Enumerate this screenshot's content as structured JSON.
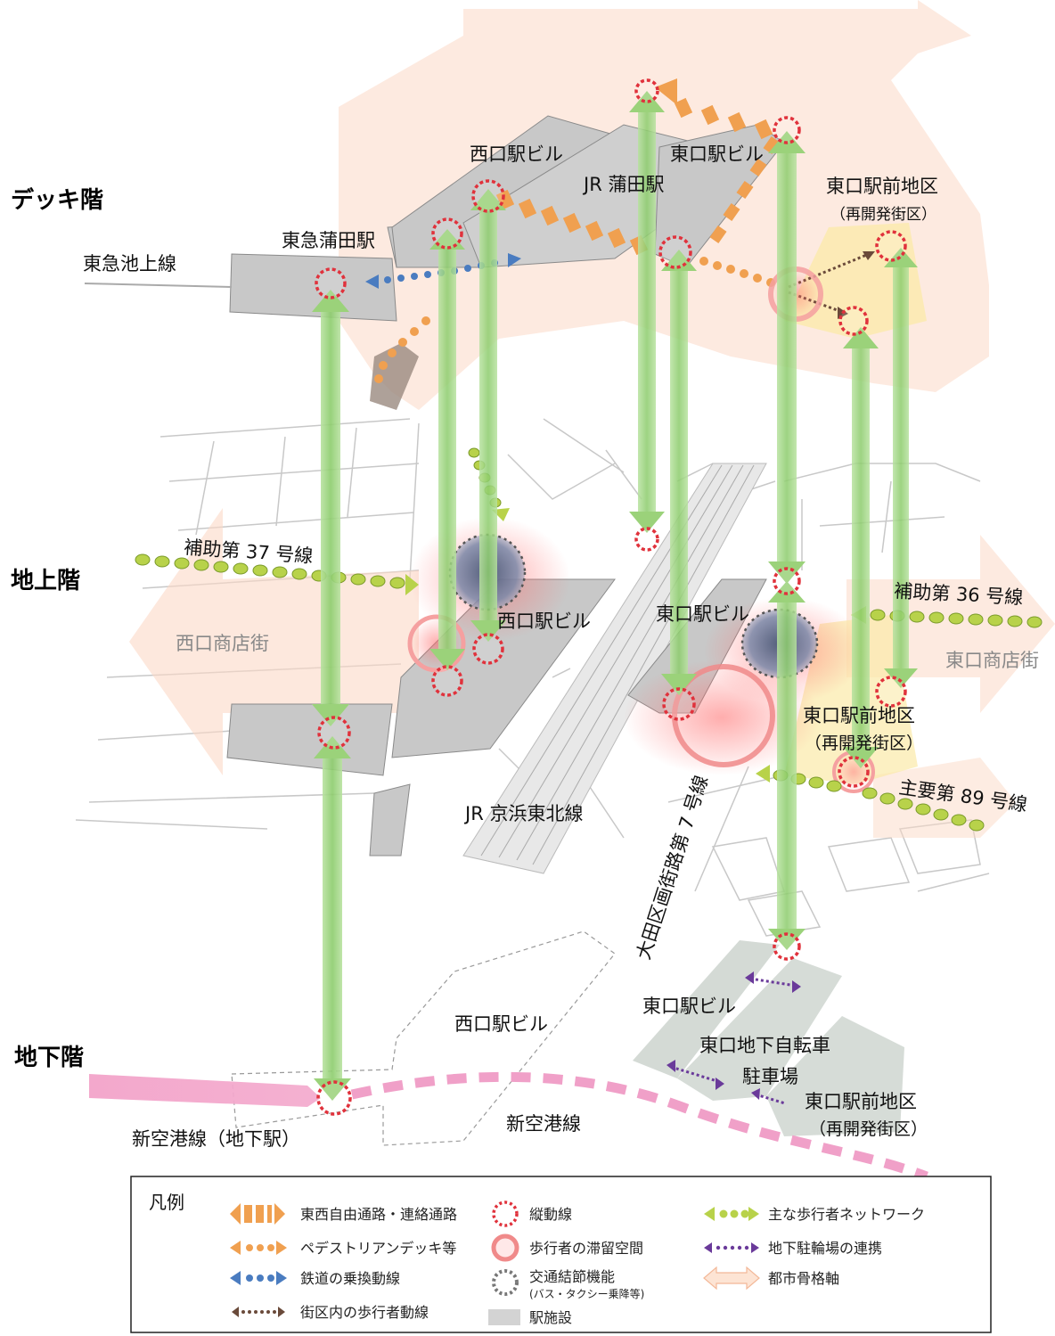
{
  "levels": {
    "deck": "デッキ階",
    "ground": "地上階",
    "basement": "地下階"
  },
  "deck_labels": {
    "nishiguchi_bldg": "西口駅ビル",
    "higashiguchi_bldg": "東口駅ビル",
    "jr_kamata": "JR 蒲田駅",
    "tokyu_kamata": "東急蒲田駅",
    "ikegami_line": "東急池上線",
    "east_district": "東口駅前地区",
    "east_district_sub": "（再開発街区）"
  },
  "ground_labels": {
    "hojo37": "補助第 37 号線",
    "hojo36": "補助第 36 号線",
    "west_shopping": "西口商店街",
    "east_shopping": "東口商店街",
    "nishiguchi_bldg": "西口駅ビル",
    "higashiguchi_bldg": "東口駅ビル",
    "east_district": "東口駅前地区",
    "east_district_sub": "（再開発街区）",
    "shuyo89": "主要第 89 号線",
    "jr_keihin": "JR 京浜東北線",
    "ota_road7": "大田区画街路第 7 号線"
  },
  "basement_labels": {
    "nishiguchi_bldg": "西口駅ビル",
    "higashiguchi_bldg": "東口駅ビル",
    "bicycle_parking_1": "東口地下自転車",
    "bicycle_parking_2": "駐車場",
    "east_district": "東口駅前地区",
    "east_district_sub": "（再開発街区）",
    "shinkuko_station": "新空港線（地下駅）",
    "shinkuko_line": "新空港線"
  },
  "legend": {
    "title": "凡例",
    "items": [
      {
        "icon": "orange-bar-arrow-icon",
        "label": "東西自由通路・連絡通路"
      },
      {
        "icon": "vertical-circle-icon",
        "label": "縦動線"
      },
      {
        "icon": "green-dot-arrow-icon",
        "label": "主な歩行者ネットワーク"
      },
      {
        "icon": "orange-dot-arrow-icon",
        "label": "ペデストリアンデッキ等"
      },
      {
        "icon": "stagnation-circle-icon",
        "label": "歩行者の滞留空間"
      },
      {
        "icon": "purple-dot-arrow-icon",
        "label": "地下駐輪場の連携"
      },
      {
        "icon": "blue-dot-arrow-icon",
        "label": "鉄道の乗換動線"
      },
      {
        "icon": "transit-node-icon",
        "label": "交通結節機能",
        "sub": "(バス・タクシー乗降等)"
      },
      {
        "icon": "urban-axis-icon",
        "label": "都市骨格軸"
      },
      {
        "icon": "brown-dot-arrow-icon",
        "label": "街区内の歩行者動線"
      },
      {
        "icon": "station-facility-icon",
        "label": "駅施設"
      }
    ]
  },
  "colors": {
    "vertical_circle": "#e0323c",
    "green_arrow": "#9bd27a",
    "orange": "#f0a050",
    "blue": "#4a7cc0",
    "purple": "#6a3a9a",
    "brown": "#6a4a3a",
    "axis": "#f8c8b0",
    "facility": "#c8c8c8",
    "pink_line": "#f0a0c8"
  }
}
